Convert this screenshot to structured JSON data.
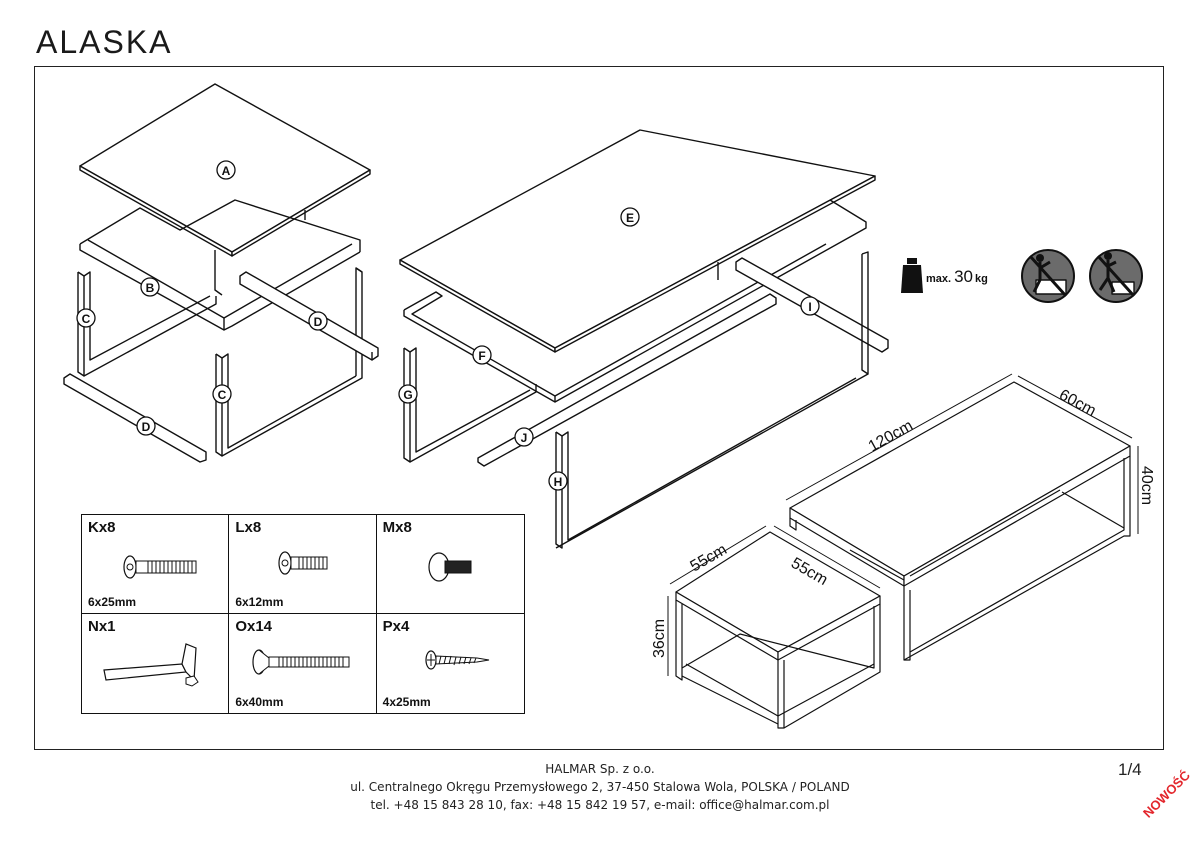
{
  "document": {
    "title": "ALASKA",
    "page_number": "1/4",
    "badge": "NOWOŚĆ"
  },
  "parts_labels": {
    "A": "A",
    "B": "B",
    "C": "C",
    "D": "D",
    "E": "E",
    "F": "F",
    "G": "G",
    "H": "H",
    "I": "I",
    "J": "J"
  },
  "max_load": {
    "prefix": "max.",
    "value": "30",
    "unit": "kg"
  },
  "warning_icons": [
    "no-standing-on-table-icon",
    "no-climbing-icon"
  ],
  "dimensions": {
    "large_length": "120cm",
    "large_depth": "60cm",
    "large_height": "40cm",
    "small_width": "55cm",
    "small_depth": "55cm",
    "small_height": "36cm"
  },
  "hardware": [
    {
      "code": "Kx8",
      "size": "6x25mm",
      "icon": "bolt-icon"
    },
    {
      "code": "Lx8",
      "size": "6x12mm",
      "icon": "short-bolt-icon"
    },
    {
      "code": "Mx8",
      "size": "",
      "icon": "glide-foot-icon"
    },
    {
      "code": "Nx1",
      "size": "",
      "icon": "allen-key-icon"
    },
    {
      "code": "Ox14",
      "size": "6x40mm",
      "icon": "countersunk-bolt-icon"
    },
    {
      "code": "Px4",
      "size": "4x25mm",
      "icon": "wood-screw-icon"
    }
  ],
  "footer": {
    "company": "HALMAR Sp. z o.o.",
    "address": "ul. Centralnego Okręgu Przemysłowego 2, 37-450 Stalowa Wola, POLSKA / POLAND",
    "contact": "tel. +48 15 843 28 10, fax: +48 15 842 19 57, e-mail: office@halmar.com.pl"
  }
}
